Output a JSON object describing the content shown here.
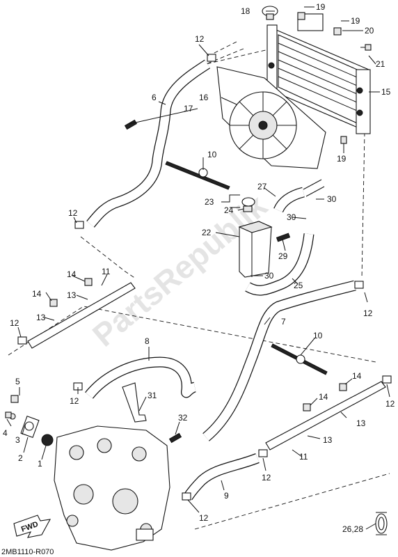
{
  "diagram": {
    "code": "2MB1110-R070",
    "watermark": "PartsRepublik",
    "fwd_label": "FWD",
    "callouts": [
      {
        "id": "c1",
        "text": "1"
      },
      {
        "id": "c2",
        "text": "2"
      },
      {
        "id": "c3",
        "text": "3"
      },
      {
        "id": "c4",
        "text": "4"
      },
      {
        "id": "c5",
        "text": "5"
      },
      {
        "id": "c6",
        "text": "6"
      },
      {
        "id": "c7",
        "text": "7"
      },
      {
        "id": "c8",
        "text": "8"
      },
      {
        "id": "c9",
        "text": "9"
      },
      {
        "id": "c10a",
        "text": "10"
      },
      {
        "id": "c10b",
        "text": "10"
      },
      {
        "id": "c11a",
        "text": "11"
      },
      {
        "id": "c11b",
        "text": "11"
      },
      {
        "id": "c12a",
        "text": "12"
      },
      {
        "id": "c12b",
        "text": "12"
      },
      {
        "id": "c12c",
        "text": "12"
      },
      {
        "id": "c12d",
        "text": "12"
      },
      {
        "id": "c12e",
        "text": "12"
      },
      {
        "id": "c12f",
        "text": "12"
      },
      {
        "id": "c12g",
        "text": "12"
      },
      {
        "id": "c12h",
        "text": "12"
      },
      {
        "id": "c13a",
        "text": "13"
      },
      {
        "id": "c13b",
        "text": "13"
      },
      {
        "id": "c13c",
        "text": "13"
      },
      {
        "id": "c13d",
        "text": "13"
      },
      {
        "id": "c14a",
        "text": "14"
      },
      {
        "id": "c14b",
        "text": "14"
      },
      {
        "id": "c14c",
        "text": "14"
      },
      {
        "id": "c14d",
        "text": "14"
      },
      {
        "id": "c15",
        "text": "15"
      },
      {
        "id": "c16",
        "text": "16"
      },
      {
        "id": "c17",
        "text": "17"
      },
      {
        "id": "c18",
        "text": "18"
      },
      {
        "id": "c19a",
        "text": "19"
      },
      {
        "id": "c19b",
        "text": "19"
      },
      {
        "id": "c19c",
        "text": "19"
      },
      {
        "id": "c20",
        "text": "20"
      },
      {
        "id": "c21",
        "text": "21"
      },
      {
        "id": "c22",
        "text": "22"
      },
      {
        "id": "c23",
        "text": "23"
      },
      {
        "id": "c24",
        "text": "24"
      },
      {
        "id": "c25",
        "text": "25"
      },
      {
        "id": "c26",
        "text": "26,28"
      },
      {
        "id": "c27",
        "text": "27"
      },
      {
        "id": "c29",
        "text": "29"
      },
      {
        "id": "c30a",
        "text": "30"
      },
      {
        "id": "c30b",
        "text": "30"
      },
      {
        "id": "c30c",
        "text": "30"
      },
      {
        "id": "c31",
        "text": "31"
      },
      {
        "id": "c32",
        "text": "32"
      }
    ]
  }
}
